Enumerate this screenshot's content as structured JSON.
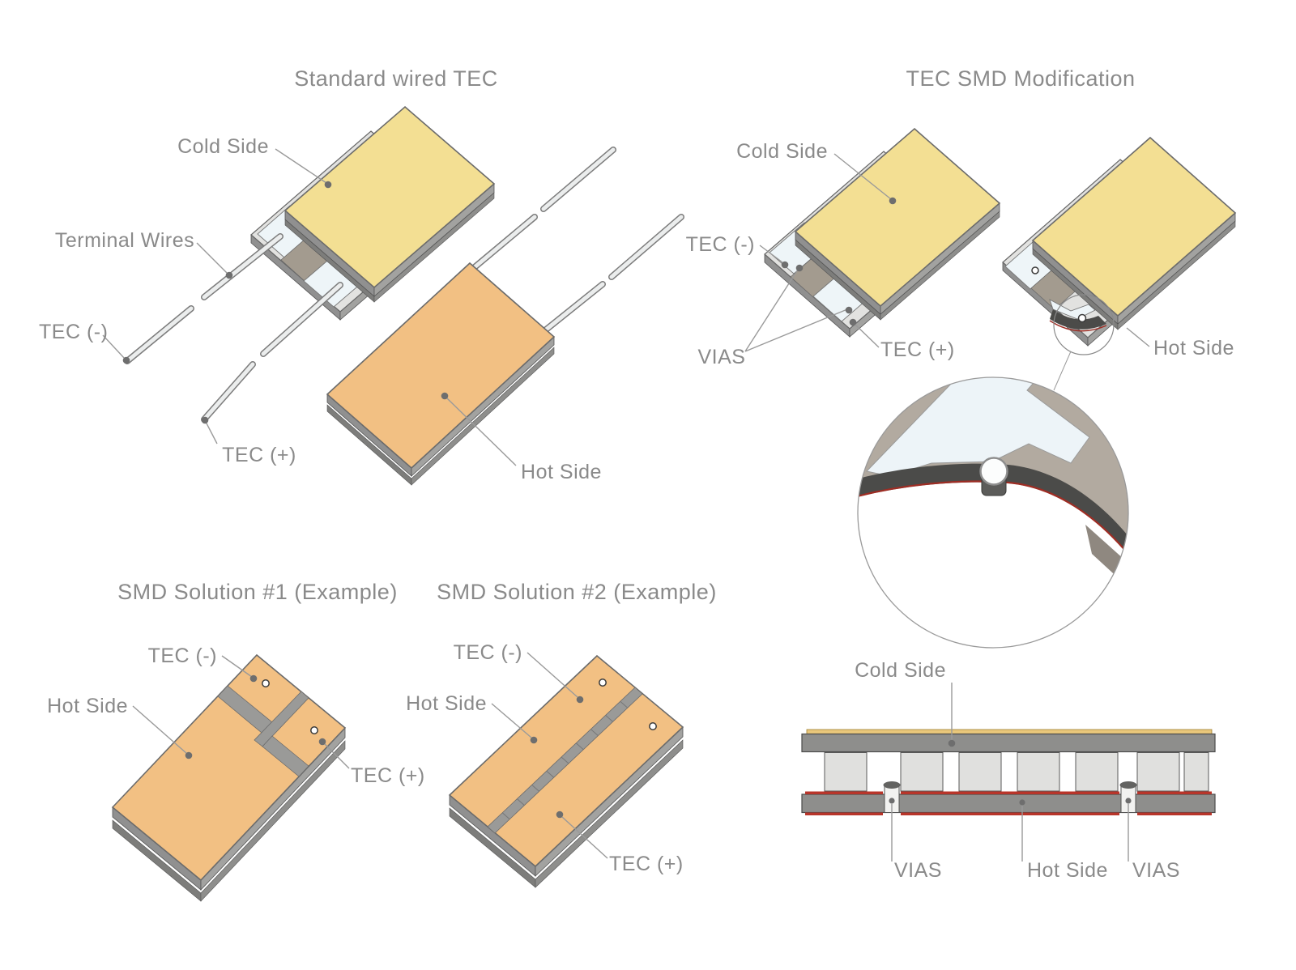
{
  "figure": {
    "background": "#ffffff"
  },
  "colors": {
    "cold_plate": "#f3df93",
    "hot_plate": "#f2c083",
    "ceramic_gray": "#9a9a98",
    "pad_white": "#eef5f8",
    "bridge_taupe": "#a39b8f",
    "label_gray": "#8a8a8a",
    "leader_gray": "#9a9a9a",
    "red_trace": "#b8352a",
    "band_dark": "#4b4b49",
    "magnifier_taupe": "#b2aaa0",
    "pellet_gray": "#e0e0de",
    "bar_gray": "#8e8e8c"
  },
  "panels": {
    "standard": {
      "title": "Standard wired TEC",
      "labels": {
        "cold_side": "Cold Side",
        "terminal_wires": "Terminal Wires",
        "tec_neg": "TEC (-)",
        "tec_pos": "TEC (+)",
        "hot_side": "Hot Side"
      }
    },
    "smd_mod": {
      "title": "TEC SMD Modification",
      "labels": {
        "cold_side": "Cold Side",
        "tec_neg": "TEC (-)",
        "vias": "VIAS",
        "tec_pos": "TEC (+)",
        "hot_side": "Hot Side"
      }
    },
    "solution1": {
      "title": "SMD Solution #1 (Example)",
      "labels": {
        "tec_neg": "TEC (-)",
        "hot_side": "Hot Side",
        "tec_pos": "TEC (+)"
      }
    },
    "solution2": {
      "title": "SMD Solution #2 (Example)",
      "labels": {
        "tec_neg": "TEC (-)",
        "hot_side": "Hot Side",
        "tec_pos": "TEC (+)"
      }
    },
    "cross_section": {
      "labels": {
        "cold_side": "Cold Side",
        "vias_left": "VIAS",
        "hot_side": "Hot Side",
        "vias_right": "VIAS"
      }
    }
  }
}
